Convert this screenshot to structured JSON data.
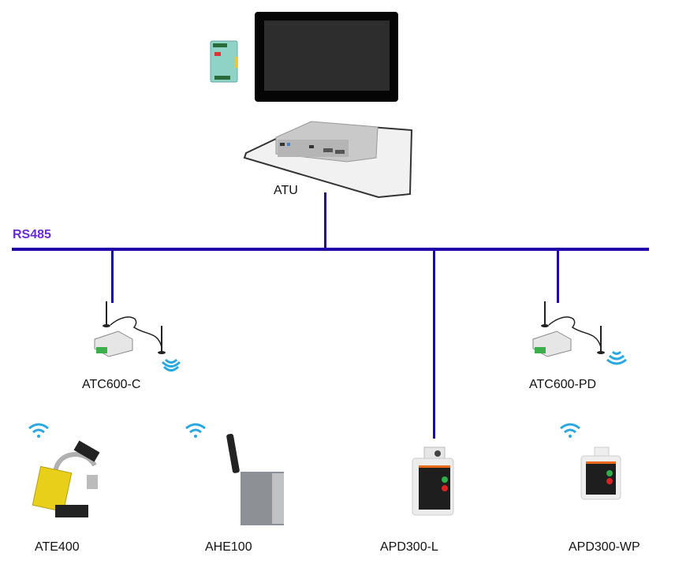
{
  "bus": {
    "label": "RS485",
    "label_color": "#6a2bd9",
    "line_color": "#2200aa"
  },
  "wifi_color": "#29a8e0",
  "devices": {
    "atu": {
      "label": "ATU"
    },
    "atc600c": {
      "label": "ATC600-C"
    },
    "atc600pd": {
      "label": "ATC600-PD"
    },
    "ate400": {
      "label": "ATE400"
    },
    "ahe100": {
      "label": "AHE100"
    },
    "apd300l": {
      "label": "APD300-L"
    },
    "apd300wp": {
      "label": "APD300-WP"
    }
  }
}
